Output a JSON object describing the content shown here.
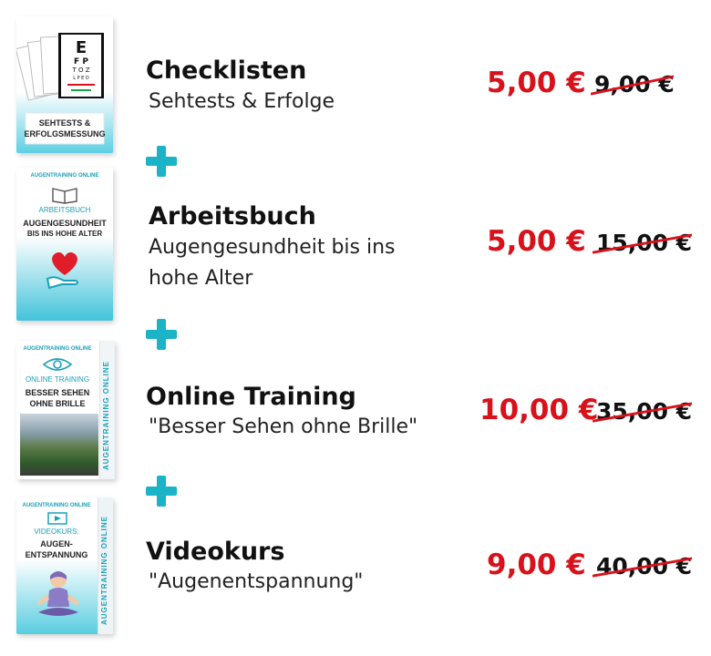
{
  "products": [
    {
      "title": "Checklisten",
      "subtitle": "Sehtests & Erfolge",
      "price": "5,00 €",
      "old_price": "9,00 €",
      "cover_text": [
        "SEHTESTS &",
        "ERFOLGSMESSUNG"
      ]
    },
    {
      "title": "Arbeitsbuch",
      "subtitle": "Augengesundheit bis ins hohe Alter",
      "price": "5,00 €",
      "old_price": "15,00 €",
      "cover_brand": "AUGENTRAINING ONLINE",
      "cover_text": [
        "ARBEITSBUCH",
        "AUGENGESUNDHEIT",
        "BIS INS HOHE ALTER"
      ]
    },
    {
      "title": "Online Training",
      "subtitle": "\"Besser Sehen ohne Brille\"",
      "price": "10,00 €",
      "old_price": "35,00 €",
      "cover_brand": "AUGENTRAINING ONLINE",
      "cover_text": [
        "ONLINE TRAINING",
        "BESSER SEHEN",
        "OHNE BRILLE"
      ],
      "cover_spine": "AUGENTRAINING ONLINE"
    },
    {
      "title": "Videokurs",
      "subtitle": "\"Augenentspannung\"",
      "price": "9,00 €",
      "old_price": "40,00 €",
      "cover_brand": "AUGENTRAINING ONLINE",
      "cover_text": [
        "VIDEOKURS:",
        "AUGEN-",
        "ENTSPANNUNG"
      ],
      "cover_spine": "AUGENTRAINING ONLINE"
    }
  ],
  "colors": {
    "accent": "#1bb3c6",
    "price": "#d8111b",
    "strike": "#d8111b"
  },
  "icons": [
    "plus-icon",
    "eye-chart-icon",
    "book-icon",
    "heart-hand-icon",
    "eye-icon",
    "video-icon",
    "meditation-icon"
  ]
}
